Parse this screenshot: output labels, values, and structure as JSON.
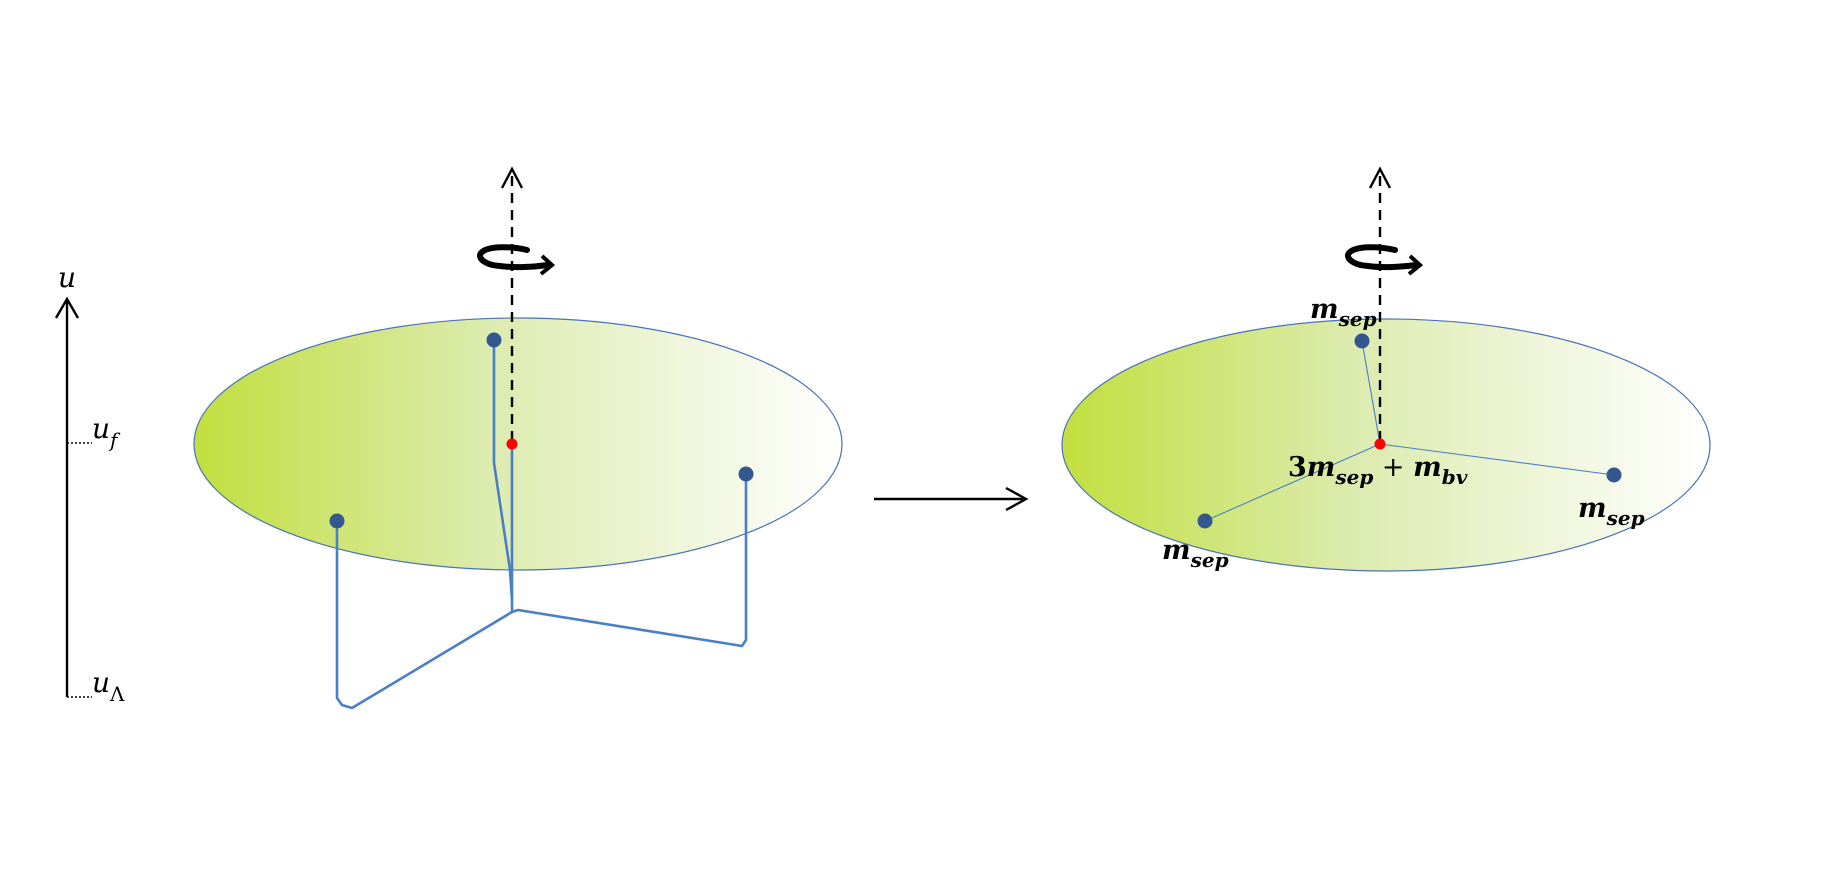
{
  "colors": {
    "disk_fill_start": "#c2df3e",
    "disk_fill_end": "#ffffff",
    "disk_stroke": "#4a72b8",
    "string_line": "#4a7fc6",
    "endpoint_dot": "#33578f",
    "center_dot": "#ff0000",
    "axis": "#000000"
  },
  "axis": {
    "label": "u",
    "tick_uf": {
      "base": "u",
      "sub": "f"
    },
    "tick_ulambda": {
      "base": "u",
      "sub": "Λ"
    }
  },
  "left_panel": {
    "rotation_axis_icon": "dashed-arrow-up-icon",
    "rotation_icon": "rotation-arrow-icon"
  },
  "right_panel": {
    "rotation_axis_icon": "dashed-arrow-up-icon",
    "rotation_icon": "rotation-arrow-icon",
    "labels": {
      "top": {
        "base": "m",
        "sub": "sep"
      },
      "right": {
        "base": "m",
        "sub": "sep"
      },
      "left": {
        "base": "m",
        "sub": "sep"
      },
      "center": {
        "coef": "3",
        "m1": "m",
        "sub1": "sep",
        "plus": " + ",
        "m2": "m",
        "sub2": "bv"
      }
    }
  },
  "transition_icon": "right-arrow-icon"
}
